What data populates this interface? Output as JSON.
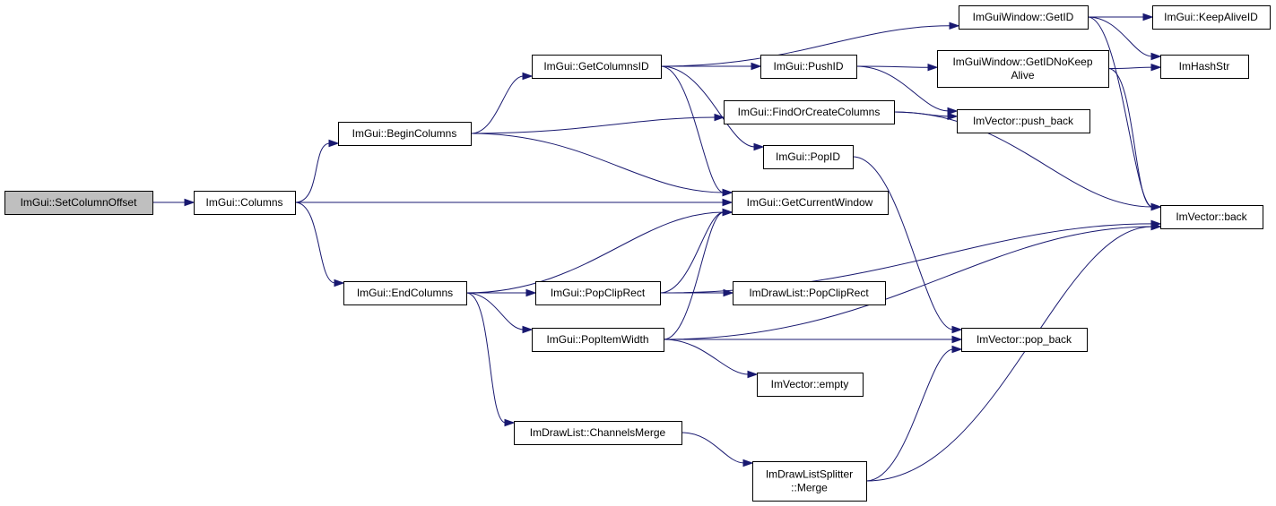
{
  "nodes": [
    {
      "id": "setcolumnoffset",
      "lines": [
        "ImGui::SetColumnOffset"
      ],
      "root": true
    },
    {
      "id": "columns",
      "lines": [
        "ImGui::Columns"
      ]
    },
    {
      "id": "begincolumns",
      "lines": [
        "ImGui::BeginColumns"
      ]
    },
    {
      "id": "endcolumns",
      "lines": [
        "ImGui::EndColumns"
      ]
    },
    {
      "id": "getcolumnsid",
      "lines": [
        "ImGui::GetColumnsID"
      ]
    },
    {
      "id": "pushid",
      "lines": [
        "ImGui::PushID"
      ]
    },
    {
      "id": "findorcreatecolumns",
      "lines": [
        "ImGui::FindOrCreateColumns"
      ]
    },
    {
      "id": "popid",
      "lines": [
        "ImGui::PopID"
      ]
    },
    {
      "id": "getcurrentwindow",
      "lines": [
        "ImGui::GetCurrentWindow"
      ]
    },
    {
      "id": "popcliprect",
      "lines": [
        "ImGui::PopClipRect"
      ]
    },
    {
      "id": "popitemwidth",
      "lines": [
        "ImGui::PopItemWidth"
      ]
    },
    {
      "id": "channelsmerge",
      "lines": [
        "ImDrawList::ChannelsMerge"
      ]
    },
    {
      "id": "splittermerge",
      "lines": [
        "ImDrawListSplitter",
        "::Merge"
      ]
    },
    {
      "id": "drawlistpopcliprect",
      "lines": [
        "ImDrawList::PopClipRect"
      ]
    },
    {
      "id": "vectorempty",
      "lines": [
        "ImVector::empty"
      ]
    },
    {
      "id": "windowgetid",
      "lines": [
        "ImGuiWindow::GetID"
      ]
    },
    {
      "id": "getidnokeepalive",
      "lines": [
        "ImGuiWindow::GetIDNoKeep",
        "Alive"
      ]
    },
    {
      "id": "pushback",
      "lines": [
        "ImVector::push_back"
      ]
    },
    {
      "id": "popback",
      "lines": [
        "ImVector::pop_back"
      ]
    },
    {
      "id": "keepaliveid",
      "lines": [
        "ImGui::KeepAliveID"
      ]
    },
    {
      "id": "imhashstr",
      "lines": [
        "ImHashStr"
      ]
    },
    {
      "id": "vectorback",
      "lines": [
        "ImVector::back"
      ]
    }
  ],
  "edges": [
    [
      "setcolumnoffset",
      "columns"
    ],
    [
      "columns",
      "begincolumns"
    ],
    [
      "columns",
      "getcurrentwindow"
    ],
    [
      "columns",
      "endcolumns"
    ],
    [
      "begincolumns",
      "getcolumnsid"
    ],
    [
      "begincolumns",
      "findorcreatecolumns"
    ],
    [
      "begincolumns",
      "getcurrentwindow"
    ],
    [
      "getcolumnsid",
      "windowgetid"
    ],
    [
      "getcolumnsid",
      "pushid"
    ],
    [
      "getcolumnsid",
      "popid"
    ],
    [
      "getcolumnsid",
      "getcurrentwindow"
    ],
    [
      "pushid",
      "getidnokeepalive"
    ],
    [
      "pushid",
      "pushback"
    ],
    [
      "findorcreatecolumns",
      "pushback"
    ],
    [
      "findorcreatecolumns",
      "vectorback"
    ],
    [
      "popid",
      "popback"
    ],
    [
      "endcolumns",
      "getcurrentwindow"
    ],
    [
      "endcolumns",
      "popcliprect"
    ],
    [
      "endcolumns",
      "popitemwidth"
    ],
    [
      "endcolumns",
      "channelsmerge"
    ],
    [
      "popcliprect",
      "getcurrentwindow"
    ],
    [
      "popcliprect",
      "drawlistpopcliprect"
    ],
    [
      "popcliprect",
      "vectorback"
    ],
    [
      "popitemwidth",
      "getcurrentwindow"
    ],
    [
      "popitemwidth",
      "popback"
    ],
    [
      "popitemwidth",
      "vectorempty"
    ],
    [
      "popitemwidth",
      "vectorback"
    ],
    [
      "channelsmerge",
      "splittermerge"
    ],
    [
      "splittermerge",
      "popback"
    ],
    [
      "splittermerge",
      "vectorback"
    ],
    [
      "windowgetid",
      "keepaliveid"
    ],
    [
      "windowgetid",
      "imhashstr"
    ],
    [
      "windowgetid",
      "vectorback"
    ],
    [
      "getidnokeepalive",
      "imhashstr"
    ],
    [
      "getidnokeepalive",
      "vectorback"
    ]
  ]
}
